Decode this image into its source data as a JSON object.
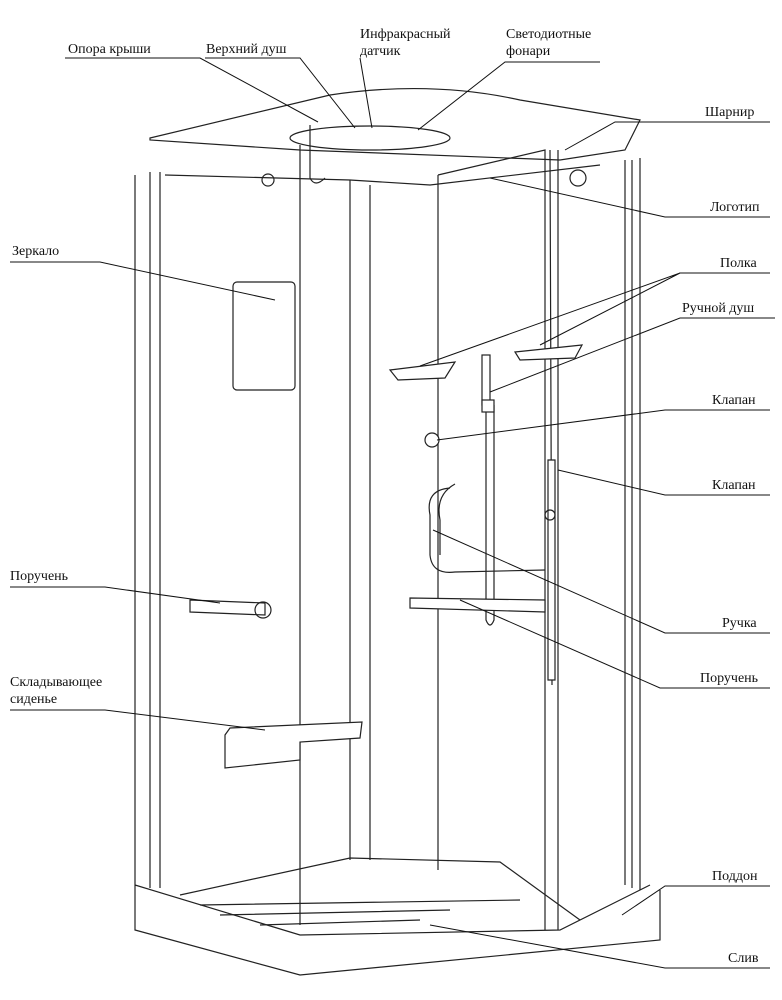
{
  "labels": {
    "roof_support": "Опора крыши",
    "top_shower": "Верхний душ",
    "ir_sensor_1": "Инфракрасный",
    "ir_sensor_2": "датчик",
    "led_lights_1": "Светодиотные",
    "led_lights_2": "фонари",
    "hinge": "Шарнир",
    "logo": "Логотип",
    "mirror": "Зеркало",
    "shelf": "Полка",
    "hand_shower": "Ручной душ",
    "valve_1": "Клапан",
    "valve_2": "Клапан",
    "handrail_left": "Поручень",
    "handle": "Ручка",
    "seat_1": "Складывающее",
    "seat_2": "сиденье",
    "handrail_right": "Поручень",
    "tray": "Поддон",
    "drain": "Слив"
  }
}
